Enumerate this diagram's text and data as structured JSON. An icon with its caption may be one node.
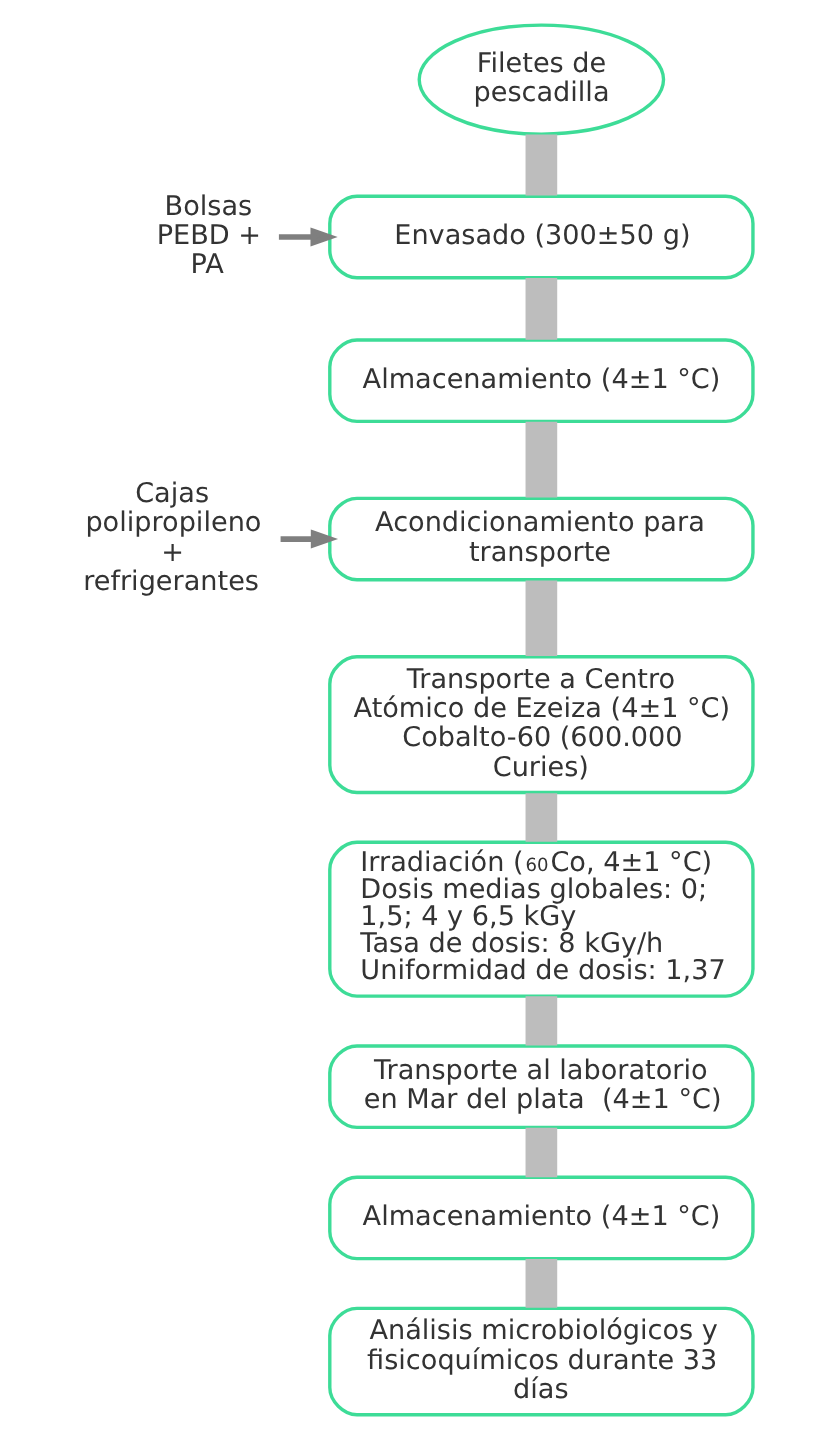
{
  "diagram": {
    "nodes": [
      {
        "text": [
          "Filetes de pescadilla"
        ]
      },
      {
        "text": [
          "Bolsas PEBD + PA"
        ]
      },
      {
        "text": [
          "Envasado (300±50 g)"
        ]
      },
      {
        "text": [
          "Almacenamiento (4±1 °C)"
        ]
      },
      {
        "text": [
          "Cajas polipropileno + refrigerantes"
        ]
      },
      {
        "text": [
          "Acondicionamiento para transporte"
        ]
      },
      {
        "text": [
          "Transporte a Centro Atómico de Ezeiza (4±1 °C) Cobalto-60 (600.000 Curies)"
        ]
      },
      {
        "text": [
          "Irradiación ($^{60}$Co, 4±1 °C)",
          "Dosis medias globales: 0; 1,5; 4 y 6,5 kGy",
          "Tasa de dosis: 8 kGy/h",
          "Uniformidad de dosis: 1,37"
        ]
      },
      {
        "text": [
          "Transporte al laboratorio en Mar del plata  (4±1 °C)"
        ]
      },
      {
        "text": [
          "Almacenamiento (4±1 °C)"
        ]
      },
      {
        "text": [
          "Análisis microbiológicos y fisicoquímicos durante 33 días"
        ]
      }
    ],
    "edges": [
      {
        "from": 0,
        "to": 2,
        "arrow": "none"
      },
      {
        "from": 1,
        "to": 2,
        "arrow": "to",
        "color": "#7f7f7f"
      },
      {
        "from": 2,
        "to": 3,
        "arrow": "none"
      },
      {
        "from": 3,
        "to": 5,
        "arrow": "none"
      },
      {
        "from": 4,
        "to": 5,
        "arrow": "to",
        "color": "#7f7f7f"
      },
      {
        "from": 5,
        "to": 6,
        "arrow": "none"
      },
      {
        "from": 6,
        "to": 7,
        "arrow": "none"
      },
      {
        "from": 7,
        "to": 8,
        "arrow": "none"
      },
      {
        "from": 8,
        "to": 9,
        "arrow": "none"
      },
      {
        "from": 9,
        "to": 10,
        "arrow": "none"
      }
    ]
  }
}
